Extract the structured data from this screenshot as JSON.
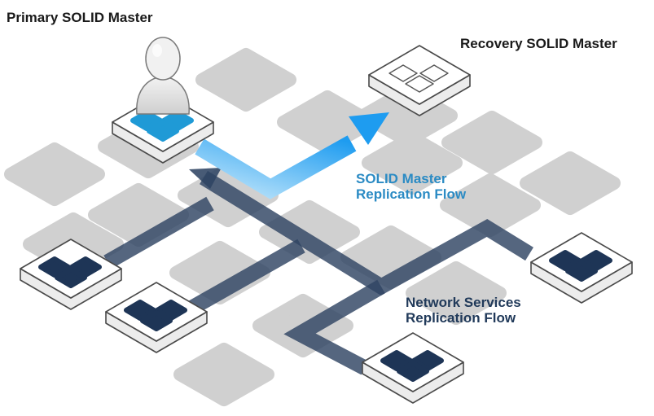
{
  "labels": {
    "primary_master": "Primary SOLID Master",
    "recovery_master": "Recovery SOLID Master",
    "master_flow_line1": "SOLID Master",
    "master_flow_line2": "Replication Flow",
    "network_flow_line1": "Network Services",
    "network_flow_line2": "Replication Flow"
  },
  "colors": {
    "background_tile": "#d0d0d0",
    "node_body": "#ffffff",
    "node_outline": "#4a4a4a",
    "master_cells": "#1f9ad6",
    "network_cells": "#1e3556",
    "recovery_cells": "#ffffff",
    "master_flow_arrow": "#2aa6ee",
    "network_flow_path": "#2f4463"
  },
  "nodes": [
    {
      "name": "primary-master-node",
      "role": "primary",
      "icon": "person-icon"
    },
    {
      "name": "recovery-master-node",
      "role": "recovery"
    },
    {
      "name": "network-node-left",
      "role": "network-service"
    },
    {
      "name": "network-node-lower-left",
      "role": "network-service"
    },
    {
      "name": "network-node-bottom",
      "role": "network-service"
    },
    {
      "name": "network-node-right",
      "role": "network-service"
    }
  ]
}
